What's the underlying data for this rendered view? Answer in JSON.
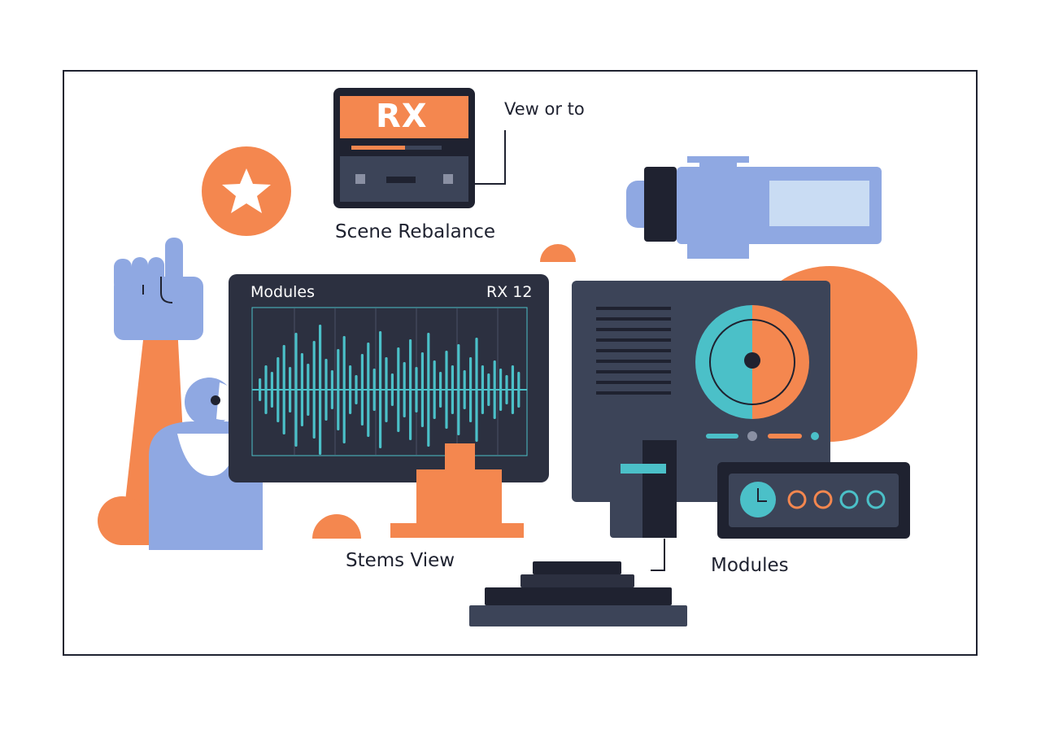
{
  "colors": {
    "dark": "#2c3040",
    "darker": "#1f2230",
    "orange": "#f4874f",
    "blue": "#8fa8e2",
    "teal": "#4bc0c8",
    "light_blue": "#c9dcf3"
  },
  "labels": {
    "rx_badge": "RX",
    "callout": "Vew or to",
    "scene_rebalance": "Scene Rebalance",
    "monitor_left": "Modules",
    "monitor_right": "RX 12",
    "stems_view": "Stems View",
    "modules": "Modules"
  },
  "icons": [
    "star-icon",
    "pointing-hand-icon",
    "person-icon",
    "projector-icon",
    "waveform-monitor-icon",
    "turntable-icon",
    "clock-icon",
    "pedestal-icon"
  ]
}
